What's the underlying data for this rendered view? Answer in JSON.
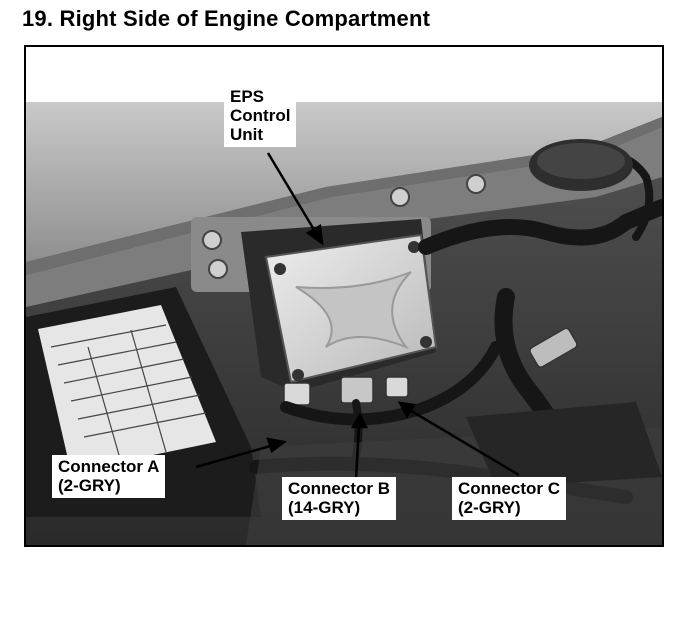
{
  "title": "19. Right Side of Engine Compartment",
  "photo": {
    "subject": "EPS control unit in the right side of the engine compartment",
    "palette": {
      "hood": "#8c8c8c",
      "compartment": "#3a3a3a",
      "unit_cover": "#d7d7d7",
      "fuse_box": "#1c1c1c",
      "harness": "#161616"
    }
  },
  "callouts": {
    "eps": {
      "lines": [
        "EPS",
        "Control",
        "Unit"
      ]
    },
    "connector_a": {
      "lines": [
        "Connector A",
        "(2-GRY)"
      ]
    },
    "connector_b": {
      "lines": [
        "Connector B",
        "(14-GRY)"
      ]
    },
    "connector_c": {
      "lines": [
        "Connector C",
        "(2-GRY)"
      ]
    }
  }
}
